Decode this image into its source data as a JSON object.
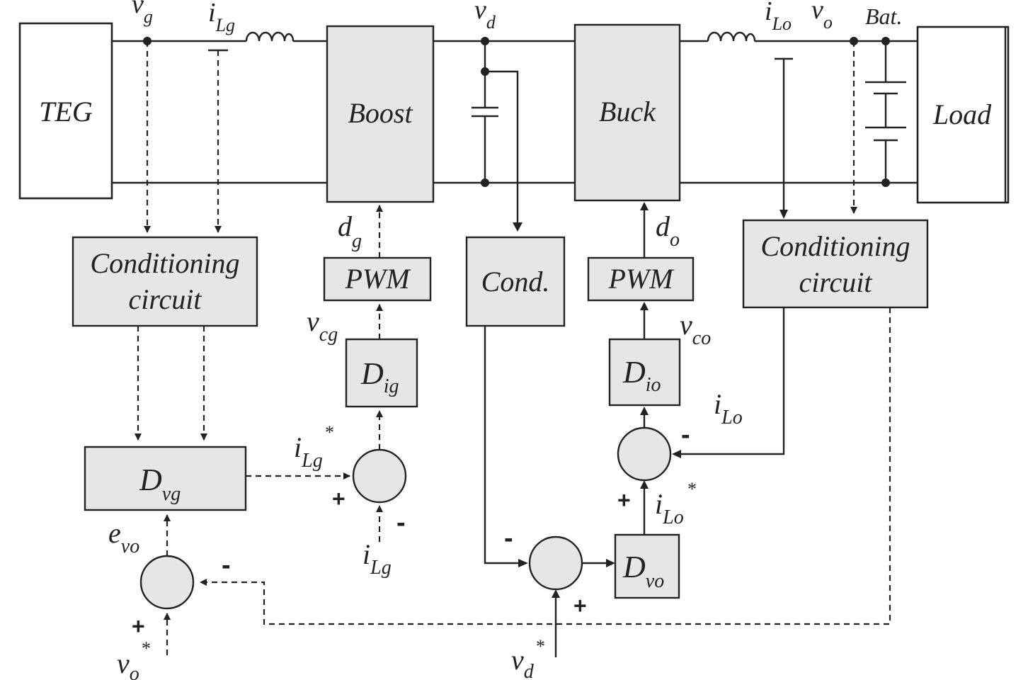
{
  "blocks": {
    "teg": "TEG",
    "boost": "Boost",
    "buck": "Buck",
    "load": "Load",
    "cond_left_line1": "Conditioning",
    "cond_left_line2": "circuit",
    "cond_right_line1": "Conditioning",
    "cond_right_line2": "circuit",
    "cond_mid": "Cond.",
    "pwm_left": "PWM",
    "pwm_right": "PWM",
    "dig": {
      "main": "D",
      "sub": "ig"
    },
    "dio": {
      "main": "D",
      "sub": "io"
    },
    "dvg": {
      "main": "D",
      "sub": "vg"
    },
    "dvo": {
      "main": "D",
      "sub": "vo"
    }
  },
  "signals": {
    "vg": {
      "main": "v",
      "sub": "g"
    },
    "iLg": {
      "main": "i",
      "sub": "Lg"
    },
    "vd": {
      "main": "v",
      "sub": "d"
    },
    "iLo": {
      "main": "i",
      "sub": "Lo"
    },
    "vo": {
      "main": "v",
      "sub": "o"
    },
    "bat": "Bat.",
    "dg": {
      "main": "d",
      "sub": "g"
    },
    "do": {
      "main": "d",
      "sub": "o"
    },
    "vcg": {
      "main": "v",
      "sub": "cg"
    },
    "vco": {
      "main": "v",
      "sub": "co"
    },
    "iLg_ref": {
      "main": "i",
      "sub": "Lg",
      "sup": "*"
    },
    "iLg_fb": {
      "main": "i",
      "sub": "Lg"
    },
    "iLo_fb": {
      "main": "i",
      "sub": "Lo"
    },
    "iLo_ref": {
      "main": "i",
      "sub": "Lo",
      "sup": "*"
    },
    "evo": {
      "main": "e",
      "sub": "vo"
    },
    "vo_ref": {
      "main": "v",
      "sub": "o",
      "sup": "*"
    },
    "vd_ref": {
      "main": "v",
      "sub": "d",
      "sup": "*"
    }
  },
  "signs": {
    "plus": "+",
    "minus": "-"
  }
}
